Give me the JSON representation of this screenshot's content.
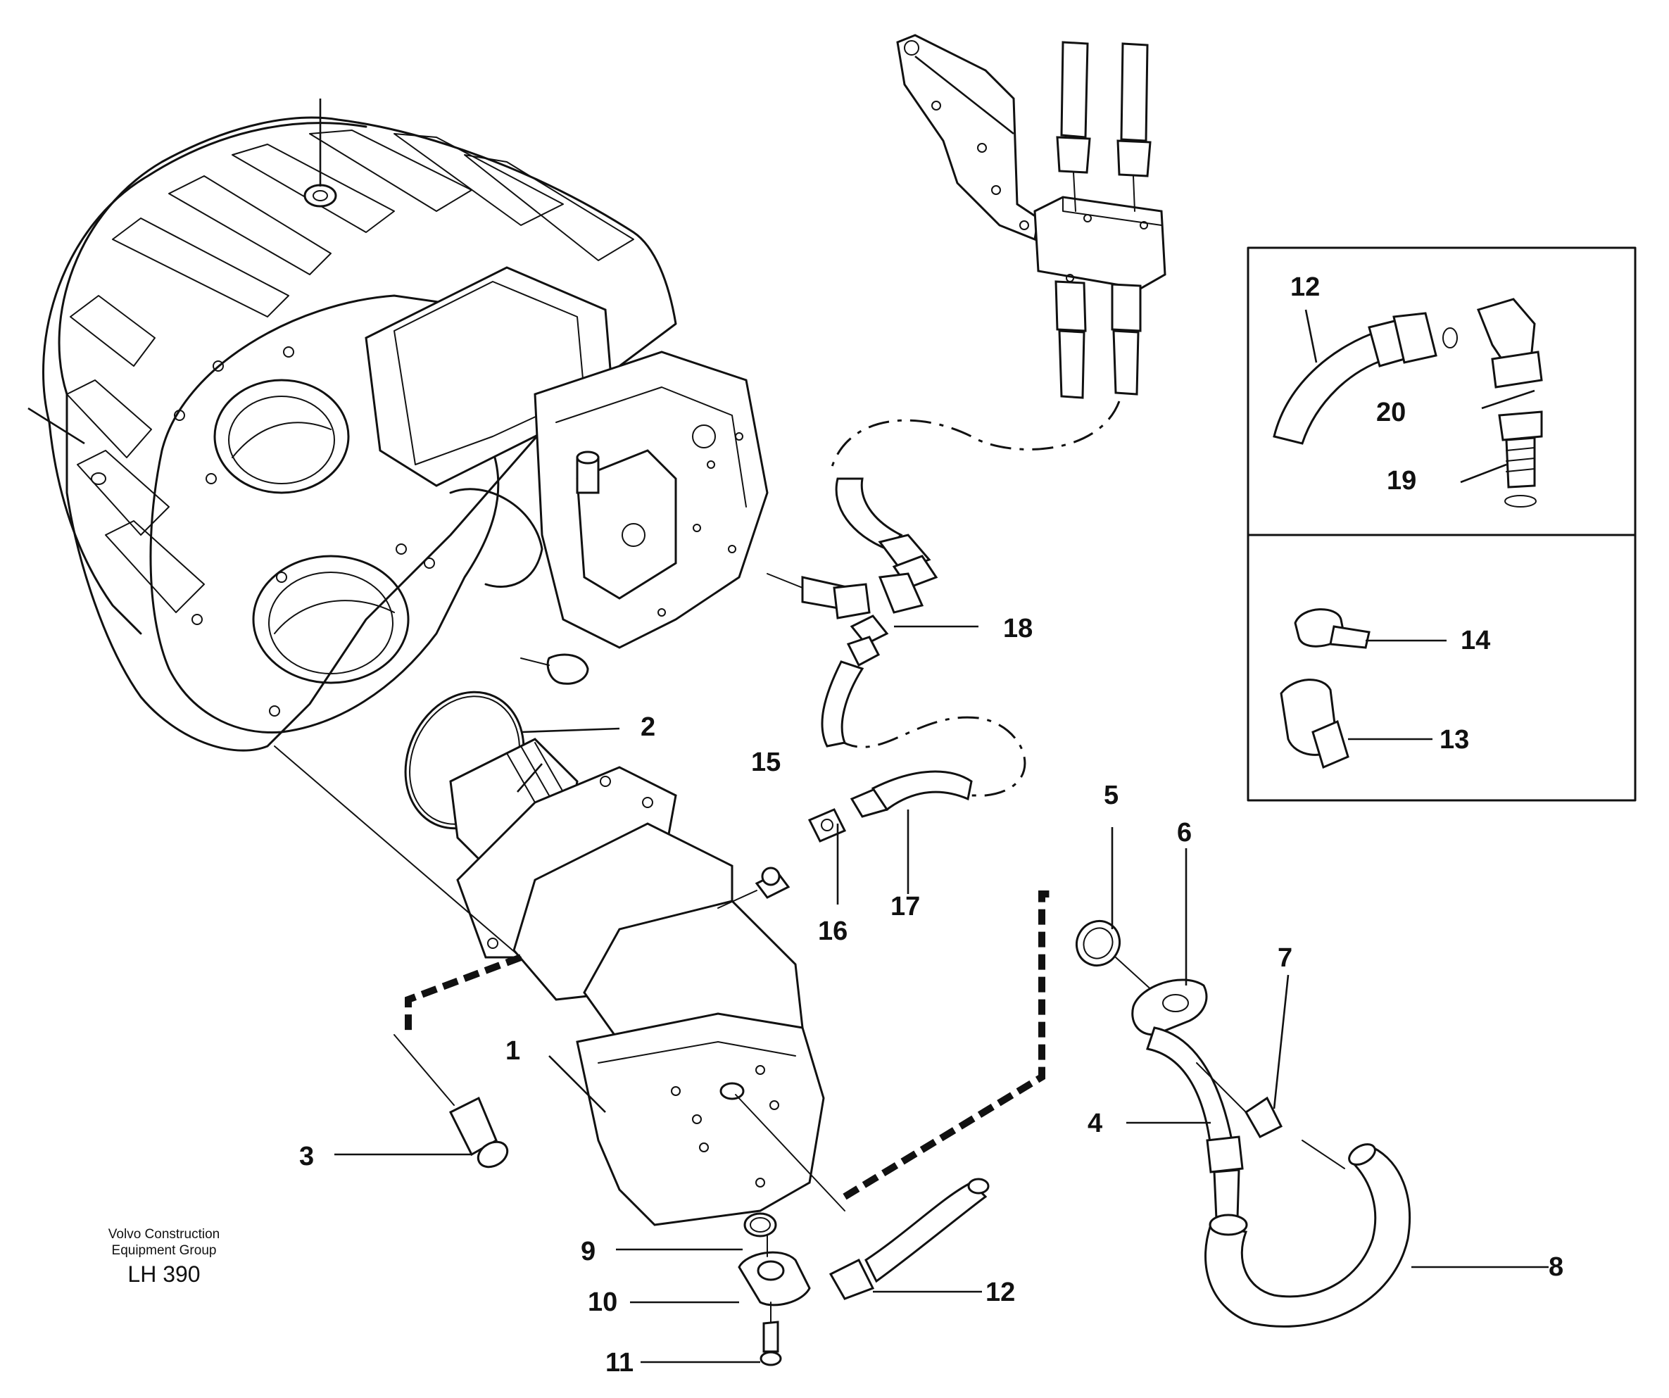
{
  "caption": {
    "line1": "Volvo Construction",
    "line2": "Equipment Group",
    "code": "LH 390"
  },
  "callouts": [
    {
      "id": "c1",
      "text": "1"
    },
    {
      "id": "c2",
      "text": "2"
    },
    {
      "id": "c3",
      "text": "3"
    },
    {
      "id": "c4",
      "text": "4"
    },
    {
      "id": "c5",
      "text": "5"
    },
    {
      "id": "c6",
      "text": "6"
    },
    {
      "id": "c7",
      "text": "7"
    },
    {
      "id": "c8",
      "text": "8"
    },
    {
      "id": "c9",
      "text": "9"
    },
    {
      "id": "c10",
      "text": "10"
    },
    {
      "id": "c11",
      "text": "11"
    },
    {
      "id": "c12",
      "text": "12"
    },
    {
      "id": "c15",
      "text": "15"
    },
    {
      "id": "c16",
      "text": "16"
    },
    {
      "id": "c17",
      "text": "17"
    },
    {
      "id": "c18",
      "text": "18"
    },
    {
      "id": "i12",
      "text": "12"
    },
    {
      "id": "i20",
      "text": "20"
    },
    {
      "id": "i19",
      "text": "19"
    },
    {
      "id": "i14",
      "text": "14"
    },
    {
      "id": "i13",
      "text": "13"
    }
  ]
}
